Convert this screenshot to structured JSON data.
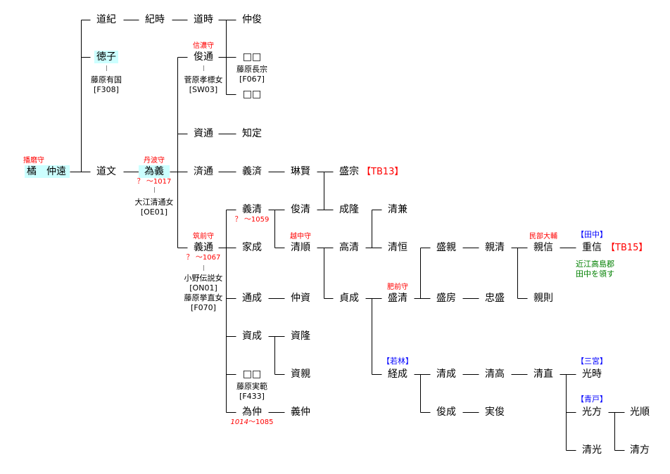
{
  "nodes": {
    "tachibana": "橘　仲遠",
    "michinori": "道紀",
    "noritoki": "紀時",
    "michitoki": "道時",
    "nakatoshi": "仲俊",
    "tokuko": "徳子",
    "toshimichi": "俊通",
    "unknown1": "□□",
    "unknown2": "□□",
    "sukemichi": "資通",
    "tomosada": "知定",
    "michifumi": "道文",
    "tameyoshi": "為義",
    "narimichi": "済通",
    "yoshizumi": "義済",
    "rinken": "琳賢",
    "morimune": "盛宗",
    "yoshikiyo": "義清",
    "toshikiyo": "俊清",
    "naritaka": "成隆",
    "kiyokane": "清兼",
    "yoshimichi": "義通",
    "ienari": "家成",
    "kiyonori": "清順",
    "takakiyo": "高清",
    "kiyotsune": "清恒",
    "morichika": "盛親",
    "chikakiyo": "親清",
    "chikanobu": "親信",
    "shigenobu": "重信",
    "michinari": "通成",
    "nakasuke": "仲資",
    "sadanari": "貞成",
    "morikiyo": "盛清",
    "morifusa": "盛房",
    "tadamori": "忠盛",
    "chikanori": "親則",
    "sukenari": "資成",
    "suketaka": "資隆",
    "sukechika": "資親",
    "unknown3": "□□",
    "tsunenari": "経成",
    "kiyonari": "清成",
    "kiyotaka": "清高",
    "kiyonao": "清直",
    "mitsutoki": "光時",
    "tamenaka": "為仲",
    "yoshinaka": "義仲",
    "toshinari": "俊成",
    "sanetoshi": "実俊",
    "mitsukata": "光方",
    "mitsuyori": "光順",
    "kiyomitsu": "清光",
    "kiyokata": "清方"
  },
  "titles": {
    "tachibana": "播磨守",
    "tameyoshi": "丹波守",
    "toshimichi": "信濃守",
    "yoshimichi": "筑前守",
    "kiyonori": "越中守",
    "morikiyo": "肥前守",
    "chikanobu": "民部大輔"
  },
  "dates": {
    "tameyoshi": "？ ～1017",
    "yoshikiyo": "？ ～1059",
    "yoshimichi": "？ ～1067",
    "tamenaka_birth": "1014",
    "tamenaka_death": "～1085"
  },
  "spouses": {
    "tokuko": [
      "藤原有国",
      "[F308]"
    ],
    "toshimichi": [
      "菅原孝標女",
      "[SW03]"
    ],
    "unknown1": [
      "藤原長宗",
      "[F067]"
    ],
    "tameyoshi": [
      "大江清通女",
      "[OE01]"
    ],
    "yoshimichi": [
      "小野伝説女",
      "[ON01]",
      "藤原挙直女",
      "[F070]"
    ],
    "unknown3": [
      "藤原実範",
      "[F433]"
    ]
  },
  "clans": {
    "tsunenari": "【若林】",
    "shigenobu": "【田中】",
    "mitsutoki": "【三宮】",
    "mitsukata": "【青戸】"
  },
  "refs": {
    "morimune": "【TB13】",
    "shigenobu": "【TB15】"
  },
  "notes": {
    "shigenobu": [
      "近江高島郡",
      "田中を領す"
    ]
  }
}
